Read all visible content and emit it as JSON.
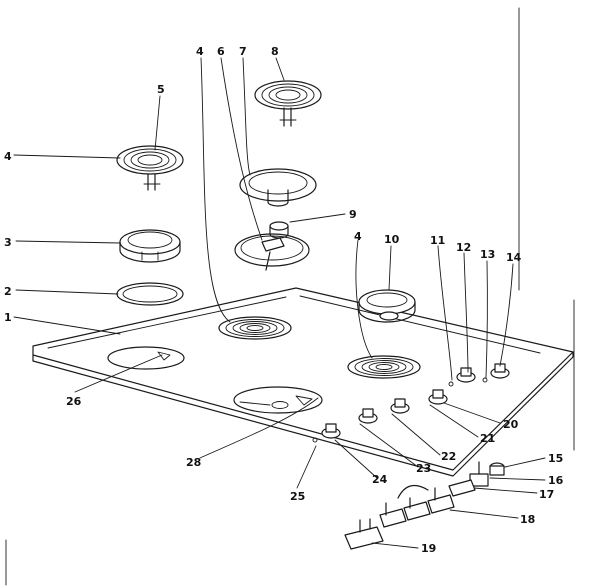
{
  "callouts": {
    "c1": "1",
    "c2": "2",
    "c3": "3",
    "c4a": "4",
    "c4b": "4",
    "c4c": "4",
    "c5": "5",
    "c6": "6",
    "c7": "7",
    "c8": "8",
    "c9": "9",
    "c10": "10",
    "c11": "11",
    "c12": "12",
    "c13": "13",
    "c14": "14",
    "c15": "15",
    "c16": "16",
    "c17": "17",
    "c18": "18",
    "c19": "19",
    "c20": "20",
    "c21": "21",
    "c22": "22",
    "c23": "23",
    "c24": "24",
    "c25": "25",
    "c26": "26",
    "c28": "28"
  },
  "colors": {
    "ink": "#1a1a1a",
    "paper": "#ffffff"
  }
}
